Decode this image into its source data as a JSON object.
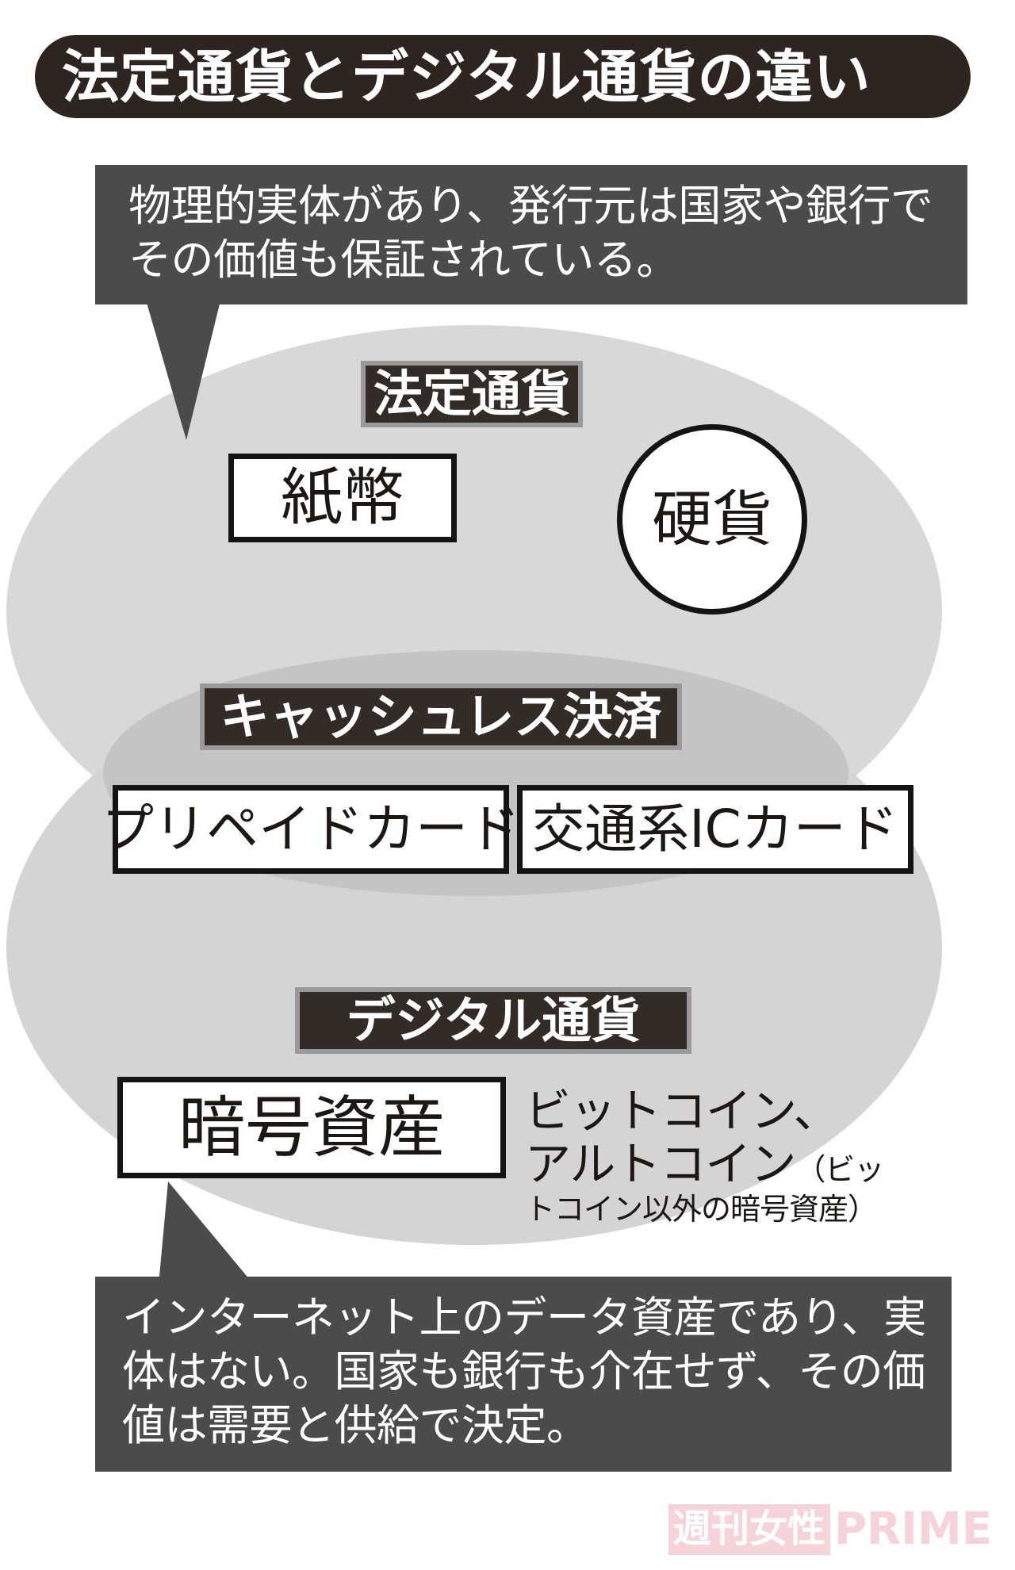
{
  "title": {
    "text": "法定通貨とデジタル通貨の違い"
  },
  "callouts": {
    "fiat_description": "物理的実体があり、発行元は国家や銀行でその価値も保証されている。",
    "digital_description": "インターネット上のデータ資産であり、実体はない。国家も銀行も介在せず、その価値は需要と供給で決定。"
  },
  "sections": {
    "fiat_label": "法定通貨",
    "cashless_label": "キャッシュレス決済",
    "digital_label": "デジタル通貨"
  },
  "items": {
    "banknote": "紙幣",
    "coin": "硬貨",
    "prepaid_card": "プリペイドカード",
    "ic_card": "交通系ICカード",
    "crypto_asset": "暗号資産"
  },
  "crypto_examples": {
    "line1": "ビットコイン、",
    "line2": "アルトコイン",
    "note_inline": "（ビッ",
    "note_rest": "トコイン以外の暗号資産）"
  },
  "watermark": {
    "jp": "週刊女性",
    "en": "PRIME"
  },
  "colors": {
    "title_bar": "#2e2521",
    "callout_bg": "#4b4b4b",
    "chip_bg": "#332b26",
    "chip_border": "#9a9a9a",
    "ellipse_fiat": "#d8d8d8",
    "ellipse_digital": "#d4d4d4",
    "ellipse_overlap": "#c4c4c4",
    "box_border": "#141414",
    "watermark_pink": "#f6d3d8"
  }
}
